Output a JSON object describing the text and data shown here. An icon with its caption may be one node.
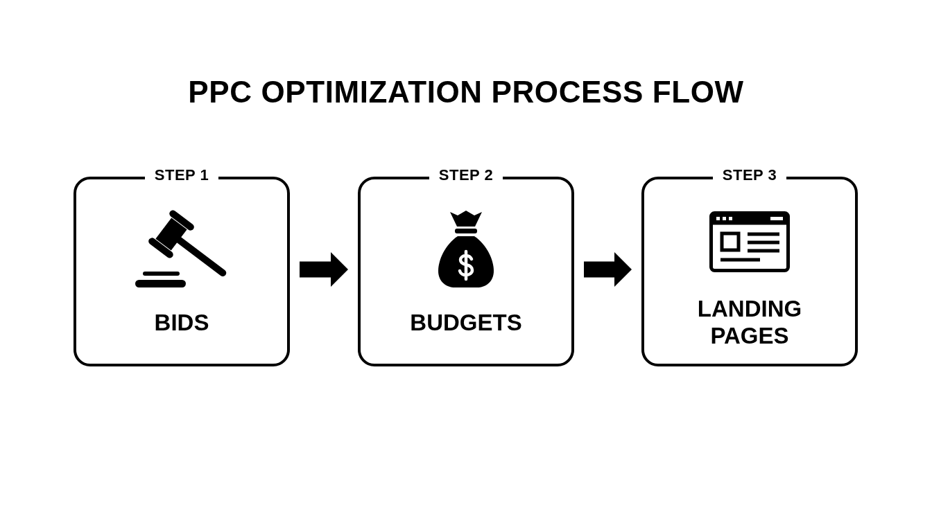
{
  "diagram": {
    "title": "PPC OPTIMIZATION PROCESS FLOW",
    "nodes": [
      {
        "text": [
          "STEP 1",
          "BIDS"
        ]
      },
      {
        "text": [
          "STEP 2",
          "BUDGETS"
        ]
      },
      {
        "text": [
          "STEP 3",
          "LANDING PAGES"
        ]
      }
    ],
    "edges": [
      {
        "from": 0,
        "to": 1,
        "arrow": "to"
      },
      {
        "from": 1,
        "to": 2,
        "arrow": "to"
      }
    ]
  }
}
